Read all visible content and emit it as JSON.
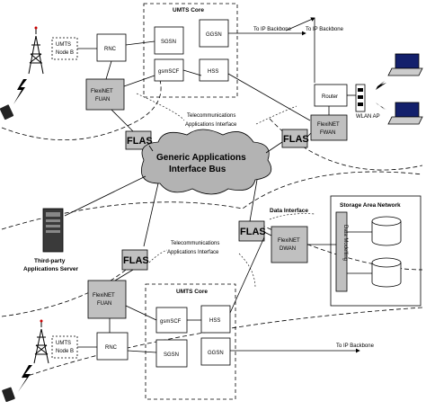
{
  "top": {
    "node_b": "UMTS Node B",
    "rnc": "RNC",
    "core_title": "UMTS Core",
    "sgsn": "SGSN",
    "ggsn": "GGSN",
    "gsm_scf": "gsmSCF",
    "hss": "HSS",
    "fuan": "FlexiNET FUAN",
    "to_ip_1": "To IP Backbone",
    "to_ip_2": "To IP Backbone",
    "router": "Router",
    "fwan": "FlexiNET FWAN",
    "wlan_ap": "WLAN AP",
    "tel_api": "Telecommunications Applications Interface"
  },
  "center": {
    "flas": "FLAS",
    "bus": "Generic Applications Interface Bus",
    "third_party": "Third-party Applications Server",
    "data_interface": "Data Interface",
    "dwan": "FlexiNET DWAN",
    "san": "Storage Area Network",
    "data_modelling": "Data Modelling"
  },
  "bottom": {
    "tel_api": "Telecommunications Applications Interface",
    "fuan": "FlexiNET FUAN",
    "core_title": "UMTS Core",
    "gsm_scf": "gsmSCF",
    "hss": "HSS",
    "node_b": "UMTS Node B",
    "rnc": "RNC",
    "sgsn": "SGSN",
    "ggsn": "GGSN",
    "to_ip": "To IP Backbone"
  }
}
